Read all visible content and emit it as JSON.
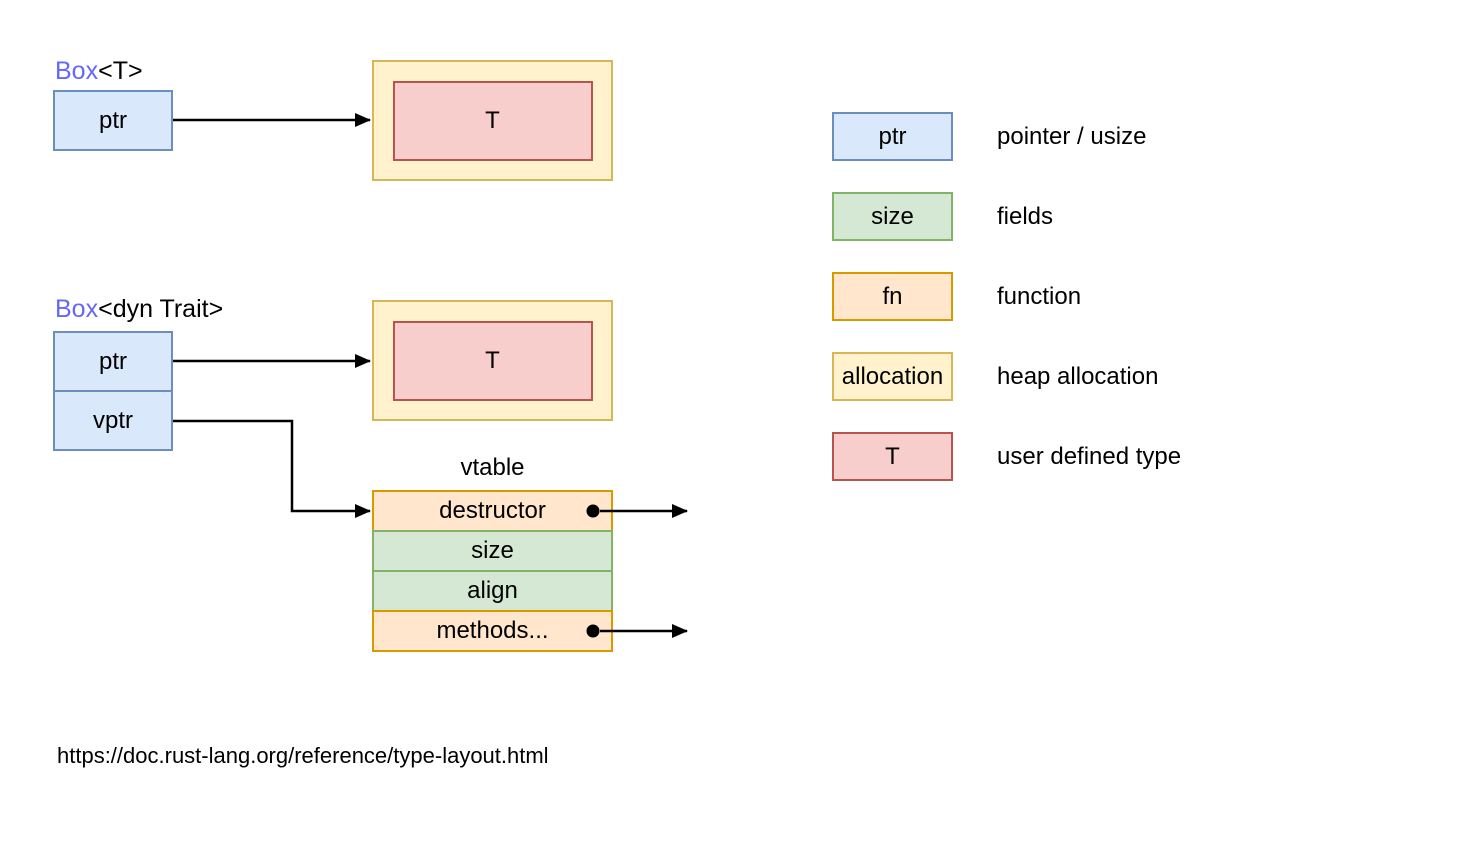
{
  "colors": {
    "pointer_fill": "#dae8fc",
    "pointer_border": "#6c8ebf",
    "fields_fill": "#d5e8d4",
    "fields_border": "#82b366",
    "function_fill": "#ffe6cc",
    "function_border": "#d79b00",
    "allocation_fill": "#fff2cc",
    "allocation_border": "#d6b656",
    "type_fill": "#f8cecc",
    "type_border": "#b85450",
    "box_keyword_text": "#6666f7",
    "arrow": "#000000"
  },
  "diagram_box_t": {
    "title_keyword": "Box",
    "title_generic": "<T>",
    "ptr_label": "ptr",
    "type_label": "T"
  },
  "diagram_box_dyn": {
    "title_keyword": "Box",
    "title_generic": "<dyn Trait>",
    "ptr_label": "ptr",
    "vptr_label": "vptr",
    "type_label": "T",
    "vtable_title": "vtable",
    "vtable_rows": [
      {
        "label": "destructor",
        "kind": "function",
        "has_outgoing_pointer": true
      },
      {
        "label": "size",
        "kind": "field",
        "has_outgoing_pointer": false
      },
      {
        "label": "align",
        "kind": "field",
        "has_outgoing_pointer": false
      },
      {
        "label": "methods...",
        "kind": "function",
        "has_outgoing_pointer": true
      }
    ]
  },
  "legend": {
    "items": [
      {
        "swatch_label": "ptr",
        "description": "pointer / usize",
        "color": "blue"
      },
      {
        "swatch_label": "size",
        "description": "fields",
        "color": "green"
      },
      {
        "swatch_label": "fn",
        "description": "function",
        "color": "orange"
      },
      {
        "swatch_label": "allocation",
        "description": "heap allocation",
        "color": "yellow"
      },
      {
        "swatch_label": "T",
        "description": "user defined type",
        "color": "red"
      }
    ]
  },
  "footer": {
    "source_url": "https://doc.rust-lang.org/reference/type-layout.html"
  }
}
